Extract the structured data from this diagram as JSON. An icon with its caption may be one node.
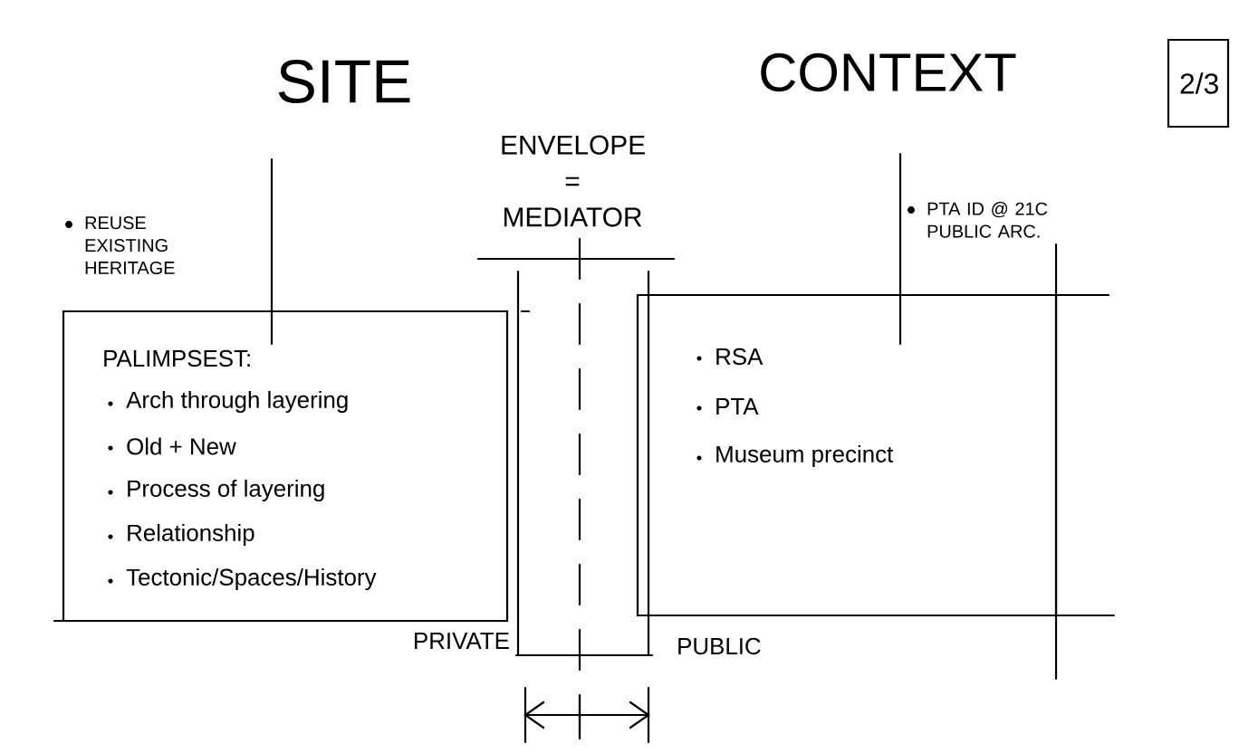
{
  "diagram": {
    "nodes": [
      {
        "text": [
          "PALIMPSEST:",
          "Arch through layering",
          "Old + New",
          "Process of layering",
          "Relationship",
          "Tectonic/Spaces/History"
        ]
      },
      {
        "text": [
          "RSA",
          "PTA",
          "Museum precinct"
        ]
      }
    ],
    "labels": [
      "SITE",
      "CONTEXT",
      "2/3",
      "ENVELOPE = MEDIATOR",
      "REUSE EXISTING HERITAGE",
      "PTA ID @ 21C PUBLIC ARC.",
      "PRIVATE",
      "PUBLIC"
    ]
  }
}
